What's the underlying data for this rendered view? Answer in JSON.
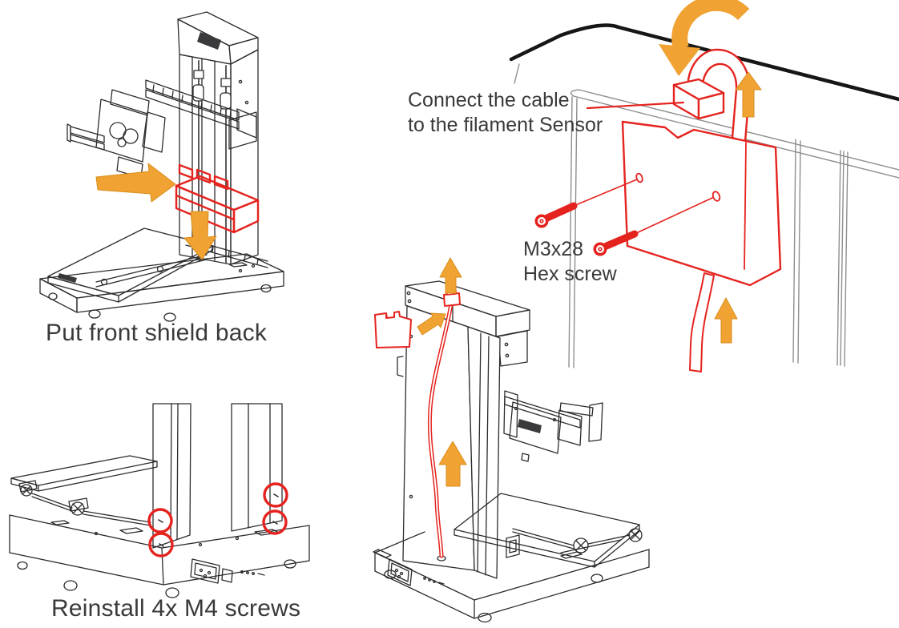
{
  "colors": {
    "highlight_red": "#e5231e",
    "arrow_orange": "#f0a232",
    "line_art": "#2c2c2e",
    "panel_edge": "#161616",
    "text": "#3a3a3c",
    "background": "#ffffff"
  },
  "figures": {
    "front_shield": {
      "caption": "Put front shield back"
    },
    "base_screws": {
      "caption": "Reinstall 4x M4 screws"
    },
    "filament_sensor": {
      "note_line1": "Connect the cable",
      "note_line2": "to the filament Sensor",
      "part_line1": "M3x28",
      "part_line2": "Hex screw"
    }
  },
  "icons": [
    "arrow-right-icon",
    "arrow-down-icon",
    "arrow-up-icon",
    "rotate-ccw-arrow-icon",
    "hex-screw-icon",
    "screw-hole-icon",
    "highlight-circle-icon"
  ]
}
